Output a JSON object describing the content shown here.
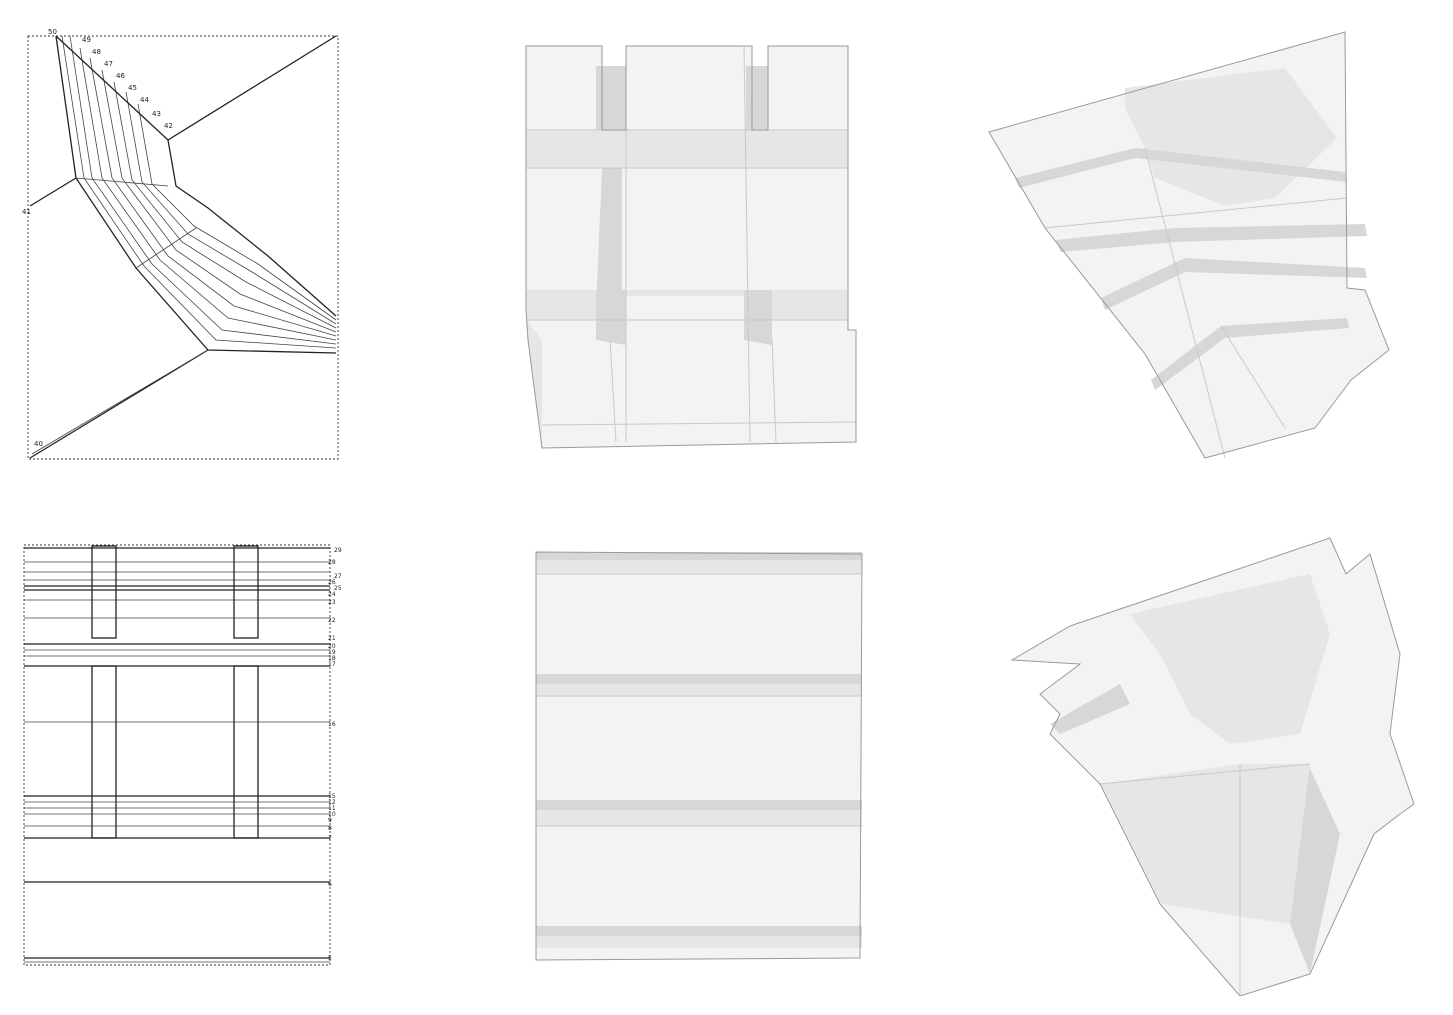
{
  "figures": [
    {
      "id": "a",
      "kind": "crease-pattern-drawing",
      "labels": [
        "50",
        "49",
        "48",
        "47",
        "46",
        "45",
        "44",
        "43",
        "42",
        "41",
        "40"
      ]
    },
    {
      "id": "b",
      "kind": "folded-model-photo-front"
    },
    {
      "id": "c",
      "kind": "folded-model-photo-angled"
    },
    {
      "id": "d",
      "kind": "crease-pattern-drawing",
      "labels": [
        "29",
        "28",
        "27",
        "26",
        "25",
        "24",
        "23",
        "22",
        "21",
        "20",
        "19",
        "18",
        "17",
        "16",
        "15",
        "12",
        "11",
        "10",
        "9",
        "8",
        "7",
        "6",
        "5",
        "4",
        "3"
      ]
    },
    {
      "id": "e",
      "kind": "folded-model-photo-front"
    },
    {
      "id": "f",
      "kind": "folded-model-photo-angled"
    }
  ],
  "colors": {
    "ink": "#222222",
    "paper": "#f3f3f3",
    "shadow": "#d7d7d7",
    "crease": "#c9c9c9"
  }
}
